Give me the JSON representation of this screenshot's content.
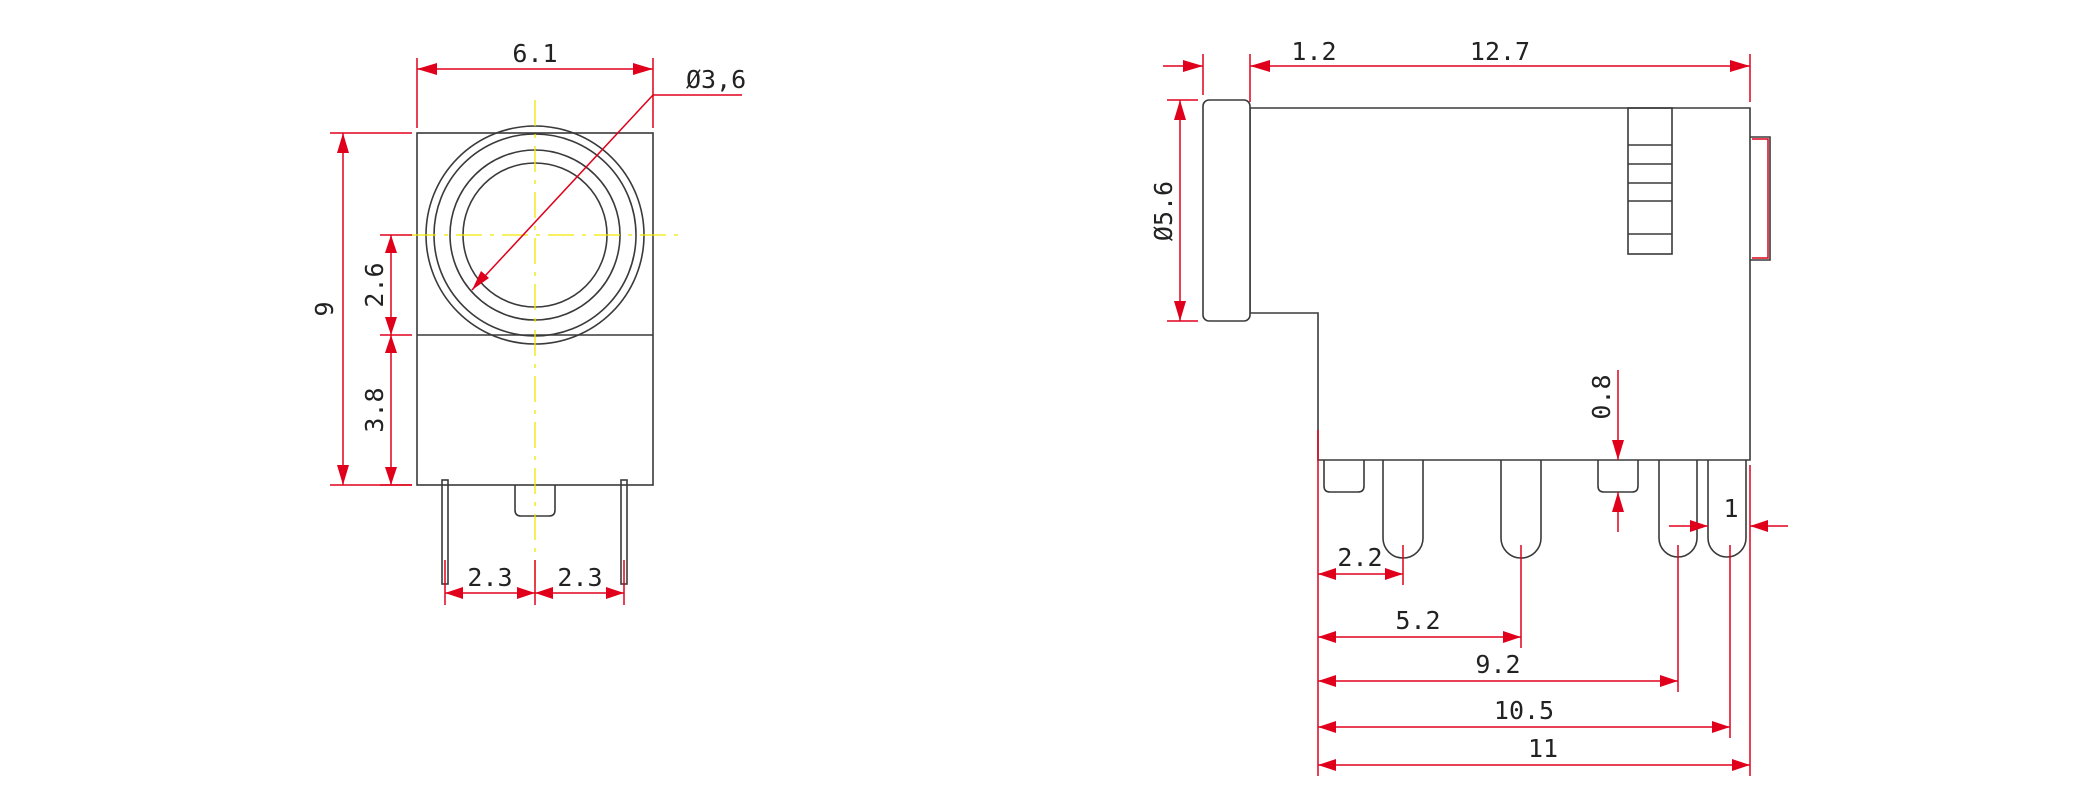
{
  "front_view": {
    "width_label": "6.1",
    "bore_label": "Ø3,6",
    "height_label": "9",
    "upper_label": "2.6",
    "lower_label": "3.8",
    "pin_left_label": "2.3",
    "pin_right_label": "2.3"
  },
  "side_view": {
    "flange_label": "1.2",
    "body_length_label": "12.7",
    "nose_dia_label": "Ø5.6",
    "pin_height_label": "0.8",
    "pin_width_label": "1",
    "pitch_1_label": "2.2",
    "pitch_2_label": "5.2",
    "pitch_3_label": "9.2",
    "pitch_4_label": "10.5",
    "pitch_5_label": "11"
  },
  "colors": {
    "dimension": "#e0001b",
    "outline": "#3a3a3a",
    "centerline": "#f2e600"
  }
}
